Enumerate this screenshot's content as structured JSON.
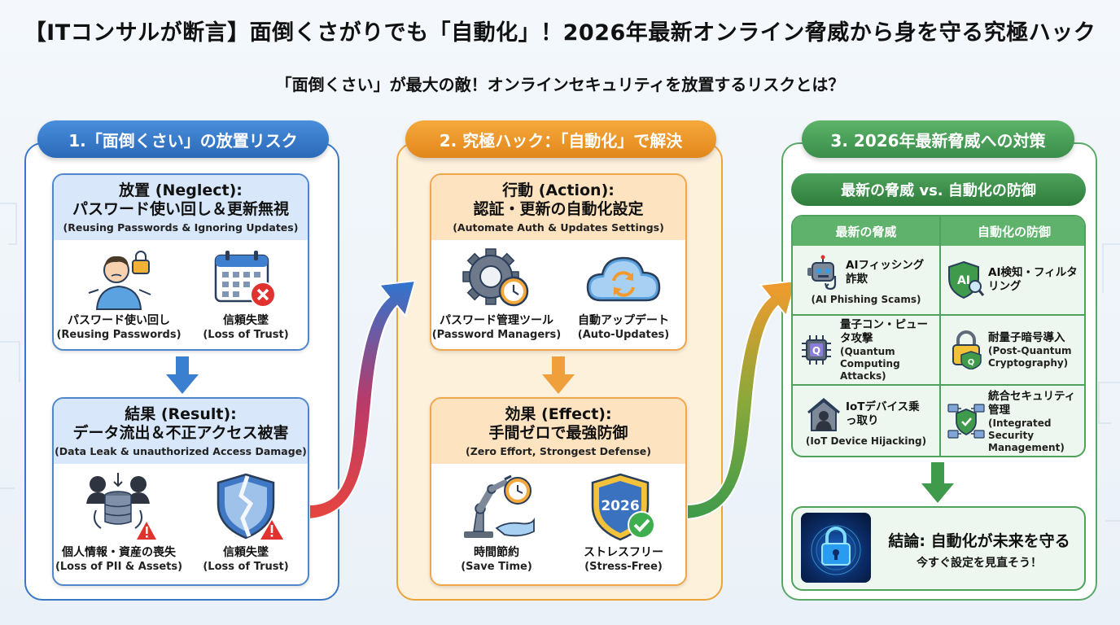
{
  "title": "【ITコンサルが断言】面倒くさがりでも「自動化」！2026年最新オンライン脅威から身を守る究極ハック",
  "subtitle": "「面倒くさい」が最大の敵！オンラインセキュリティを放置するリスクとは？",
  "colors": {
    "blue": "#3a78c6",
    "orange": "#eca43a",
    "green": "#4ea25b",
    "red": "#e0322f"
  },
  "col1": {
    "header": "1.「面倒くさい」の放置リスク",
    "card1": {
      "title": "放置 (Neglect):",
      "subtitle": "パスワード使い回し＆更新無視",
      "english": "(Reusing Passwords & Ignoring Updates)",
      "items": [
        {
          "icon": "confused-person-lock-icon",
          "label": "パスワード使い回し",
          "english": "(Reusing Passwords)"
        },
        {
          "icon": "calendar-error-icon",
          "label": "信頼失墜",
          "english": "(Loss of Trust)"
        }
      ]
    },
    "card2": {
      "title": "結果 (Result):",
      "subtitle": "データ流出＆不正アクセス被害",
      "english": "(Data Leak & unauthorized Access Damage)",
      "items": [
        {
          "icon": "hackers-database-icon",
          "label": "個人情報・資産の喪失",
          "english": "(Loss of PII & Assets)"
        },
        {
          "icon": "broken-shield-icon",
          "label": "信頼失墜",
          "english": "(Loss of Trust)"
        }
      ]
    }
  },
  "col2": {
    "header": "2. 究極ハック：「自動化」で解決",
    "card1": {
      "title": "行動 (Action):",
      "subtitle": "認証・更新の自動化設定",
      "english": "(Automate Auth & Updates Settings)",
      "items": [
        {
          "icon": "gear-clock-icon",
          "label": "パスワード管理ツール",
          "english": "(Password Managers)"
        },
        {
          "icon": "cloud-sync-icon",
          "label": "自動アップデート",
          "english": "(Auto-Updates)"
        }
      ]
    },
    "card2": {
      "title": "効果 (Effect):",
      "subtitle": "手間ゼロで最強防御",
      "english": "(Zero Effort, Strongest Defense)",
      "items": [
        {
          "icon": "robot-arm-icon",
          "label": "時間節約",
          "english": "(Save Time)"
        },
        {
          "icon": "shield-2026-icon",
          "label": "ストレスフリー",
          "english": "(Stress-Free)",
          "badge": "2026"
        }
      ]
    }
  },
  "col3": {
    "header": "3. 2026年最新脅威への対策",
    "subheader": "最新の脅威 vs. 自動化の防御",
    "table": {
      "headers": [
        "最新の脅威",
        "自動化の防御"
      ],
      "rows": [
        {
          "threat": {
            "icon": "robot-hook-icon",
            "label": "AIフィッシング詐欺",
            "english": "(AI Phishing Scams)"
          },
          "defense": {
            "icon": "ai-shield-icon",
            "label": "AI検知・フィルタリング",
            "english": "",
            "badge": "AI"
          }
        },
        {
          "threat": {
            "icon": "quantum-chip-icon",
            "label": "量子コン・ピュータ攻撃",
            "english": "(Quantum Computing Attacks)",
            "badge": "Q"
          },
          "defense": {
            "icon": "quantum-lock-icon",
            "label": "耐量子暗号導入",
            "english": "(Post-Quantum Cryptography)",
            "badge": "Q"
          }
        },
        {
          "threat": {
            "icon": "hijacked-home-icon",
            "label": "IoTデバイス乗っ取り",
            "english": "(IoT Device Hijacking)"
          },
          "defense": {
            "icon": "network-shield-icon",
            "label": "統合セキュリティ管理",
            "english": "(Integrated Security Management)"
          }
        }
      ]
    },
    "conclusion": {
      "icon": "digital-lock-icon",
      "line1": "結論: 自動化が未来を守る",
      "line2": "今すぐ設定を見直そう！"
    }
  }
}
